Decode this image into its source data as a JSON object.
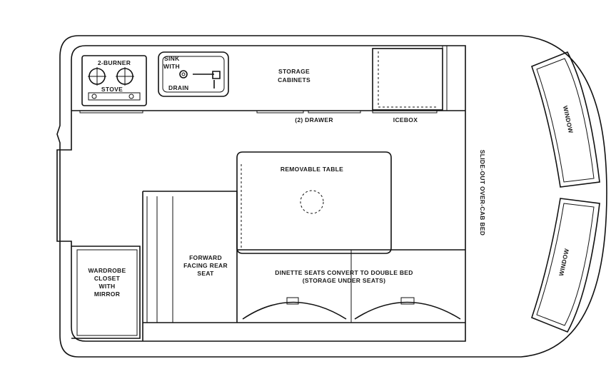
{
  "labels": {
    "stove_line1": "2-BURNER",
    "stove_line2": "STOVE",
    "sink_line1": "SINK",
    "sink_line2": "WITH",
    "sink_line3": "DRAIN",
    "storage_line1": "STORAGE",
    "storage_line2": "CABINETS",
    "drawer": "(2) DRAWER",
    "icebox": "ICEBOX",
    "table": "REMOVABLE TABLE",
    "forward_line1": "FORWARD",
    "forward_line2": "FACING REAR",
    "forward_line3": "SEAT",
    "wardrobe_line1": "WARDROBE",
    "wardrobe_line2": "CLOSET",
    "wardrobe_line3": "WITH",
    "wardrobe_line4": "MIRROR",
    "dinette_line1": "DINETTE SEATS CONVERT TO DOUBLE BED",
    "dinette_line2": "(STORAGE UNDER SEATS)",
    "overcab": "SLIDE-OUT OVER-CAB BED",
    "window_top": "WINDOW",
    "window_bottom": "WINDOW"
  },
  "colors": {
    "line": "#111111",
    "text": "#1a1a1a",
    "background": "#ffffff"
  }
}
